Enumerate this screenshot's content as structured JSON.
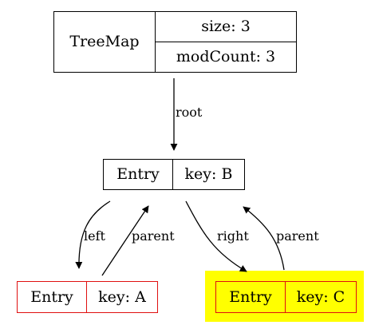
{
  "treemap": {
    "label": "TreeMap",
    "size": "size: 3",
    "modcount": "modCount: 3"
  },
  "root_entry": {
    "label": "Entry",
    "key": "key: B"
  },
  "left_entry": {
    "label": "Entry",
    "key": "key: A"
  },
  "right_entry": {
    "label": "Entry",
    "key": "key: C",
    "highlight_color": "#ffff00"
  },
  "edges": {
    "root": "root",
    "left": "left",
    "parent_a": "parent",
    "right": "right",
    "parent_c": "parent"
  },
  "colors": {
    "stroke": "#000000",
    "leaf_border": "#e01010",
    "highlight": "#ffff00"
  }
}
